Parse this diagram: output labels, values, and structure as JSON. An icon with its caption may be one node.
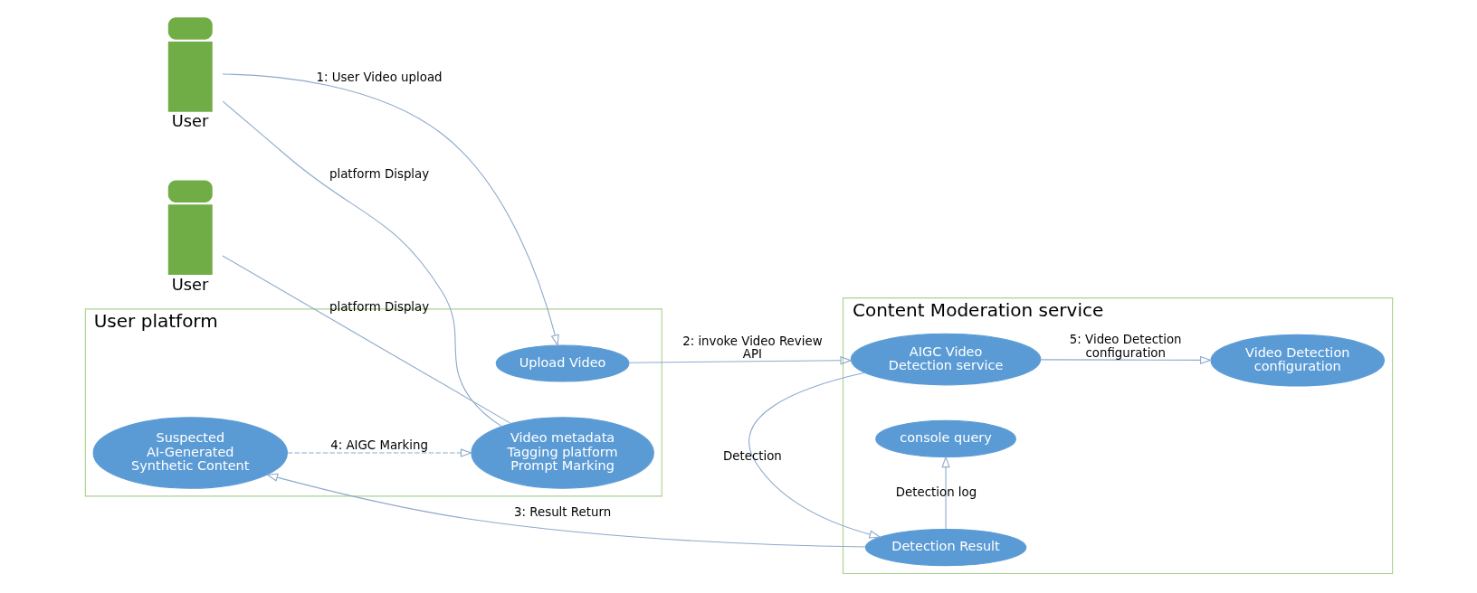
{
  "diagram": {
    "nodes": [
      {
        "text": [
          "User"
        ]
      },
      {
        "text": [
          "User"
        ]
      },
      {
        "text": [
          "User platform"
        ]
      },
      {
        "text": [
          "Upload Video"
        ],
        "in": 2
      },
      {
        "text": [
          "Video metadata Tagging platform Prompt Marking"
        ],
        "in": 2
      },
      {
        "text": [
          "Suspected AI-Generated Synthetic Content"
        ],
        "in": 2
      },
      {
        "text": [
          "Content Moderation service"
        ]
      },
      {
        "text": [
          "AIGC Video Detection service"
        ],
        "in": 6
      },
      {
        "text": [
          "Detection Result"
        ],
        "in": 6
      },
      {
        "text": [
          "Video Detection configuration"
        ],
        "in": 6
      },
      {
        "text": [
          "console query"
        ],
        "in": 6
      }
    ],
    "edges": [
      {
        "from": 0,
        "to": 3,
        "arrow": "to",
        "label": "1: User Video upload"
      },
      {
        "from": 0,
        "to": 4,
        "arrow": "none",
        "label": "platform Display"
      },
      {
        "from": 1,
        "to": 4,
        "arrow": "none",
        "label": "platform Display"
      },
      {
        "from": 3,
        "to": 7,
        "arrow": "to",
        "label": "2: invoke Video Review API"
      },
      {
        "from": 7,
        "to": 8,
        "arrow": "to",
        "label": "Detection"
      },
      {
        "from": 7,
        "to": 9,
        "arrow": "to",
        "label": "5: Video Detection configuration"
      },
      {
        "from": 8,
        "to": 5,
        "arrow": "to",
        "label": "3: Result Return"
      },
      {
        "from": 5,
        "to": 4,
        "arrow": "to",
        "label": "4: AIGC Marking",
        "style": "dashed"
      },
      {
        "from": 8,
        "to": 10,
        "arrow": "to",
        "label": "Detection log"
      }
    ]
  }
}
